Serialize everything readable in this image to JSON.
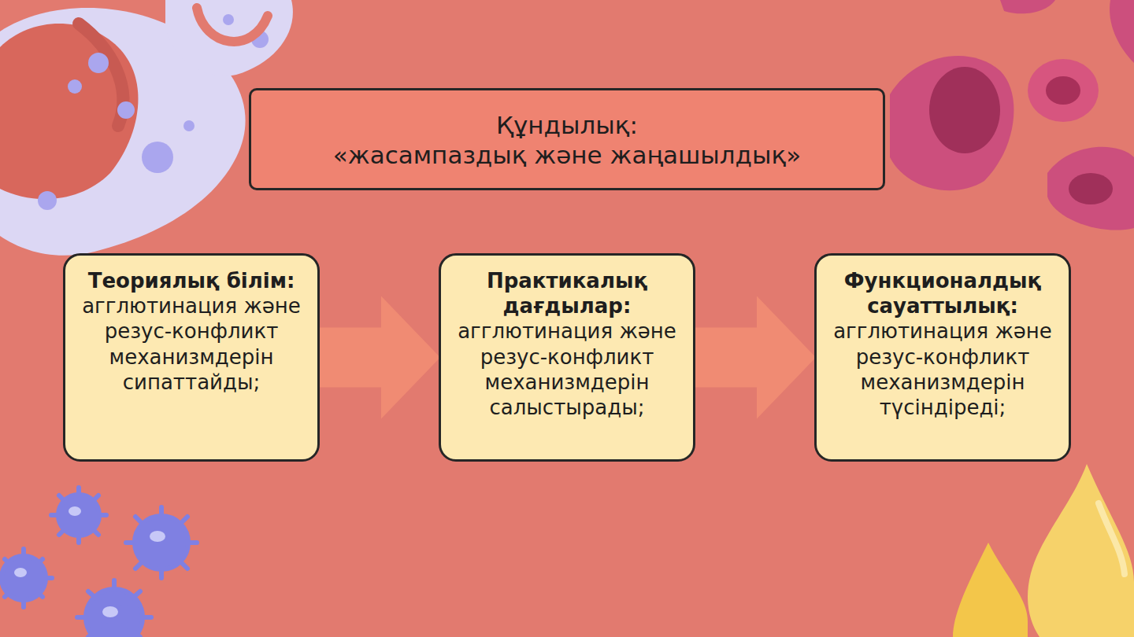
{
  "diagram": {
    "nodes": [
      {
        "text": [
          "Құндылық:",
          "«жасампаздық және жаңашылдық»"
        ]
      },
      {
        "text": [
          "Теориялық білім:",
          "агглютинация және резус-конфликт механизмдерін сипаттайды;"
        ]
      },
      {
        "text": [
          "Практикалық дағдылар:",
          "агглютинация және резус-конфликт механизмдерін салыстырады;"
        ]
      },
      {
        "text": [
          "Функционалдық сауаттылық:",
          "агглютинация және резус-конфликт механизмдерін түсіндіреді;"
        ]
      }
    ],
    "edges": [
      {
        "from": 1,
        "to": 2,
        "arrow": "to"
      },
      {
        "from": 2,
        "to": 3,
        "arrow": "to"
      }
    ]
  }
}
